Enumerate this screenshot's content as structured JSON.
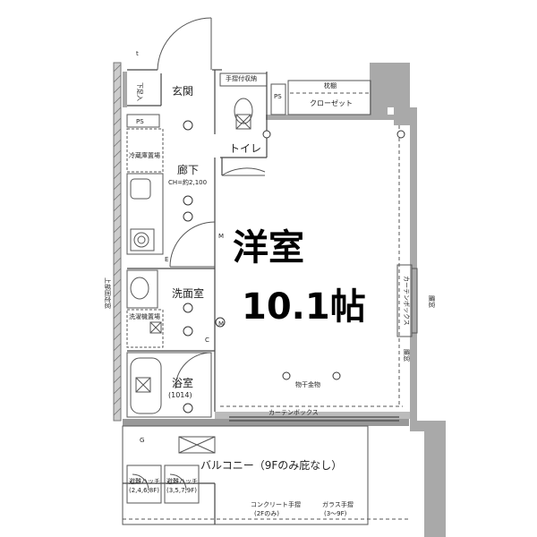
{
  "plan": {
    "rooms": {
      "western": "洋室",
      "area": "10.1帖",
      "entrance": "玄関",
      "corridor": "廊下",
      "corridor_ch": "CH=約2,100",
      "toilet": "トイレ",
      "washroom": "洗面室",
      "bathroom": "浴室",
      "bathroom_size": "(1014)",
      "balcony": "バルコニー（9Fのみ庇なし）",
      "closet": "クローゼット"
    },
    "labels": {
      "shoe_box": "下足入",
      "ps_left": "PS",
      "ps_right": "PS",
      "fridge": "冷蔵庫置場",
      "washer": "洗濯機置場",
      "shelf": "枕棚",
      "curtain_box_right": "カーテンボックス",
      "curtain_box_bottom": "カーテンボックス",
      "laundry_hanger": "物干金物",
      "window_left": "上部固定窓",
      "window_right": "腰窓",
      "window_small": "腰窓",
      "toilet_note": "手摺付収納",
      "hatch_left_1": "避難ハッチ",
      "hatch_left_2": "(2,4,6,8F)",
      "hatch_right_1": "避難ハッチ",
      "hatch_right_2": "(3,5,7,9F)",
      "rail_concrete_1": "コンクリート手摺",
      "rail_concrete_2": "(2Fのみ)",
      "rail_glass_1": "ガラス手摺",
      "rail_glass_2": "(3〜9F)"
    },
    "symbols": {
      "t": "t",
      "m_upper": "M",
      "m_lower": "M",
      "c": "C",
      "g": "G",
      "e": "E"
    }
  }
}
